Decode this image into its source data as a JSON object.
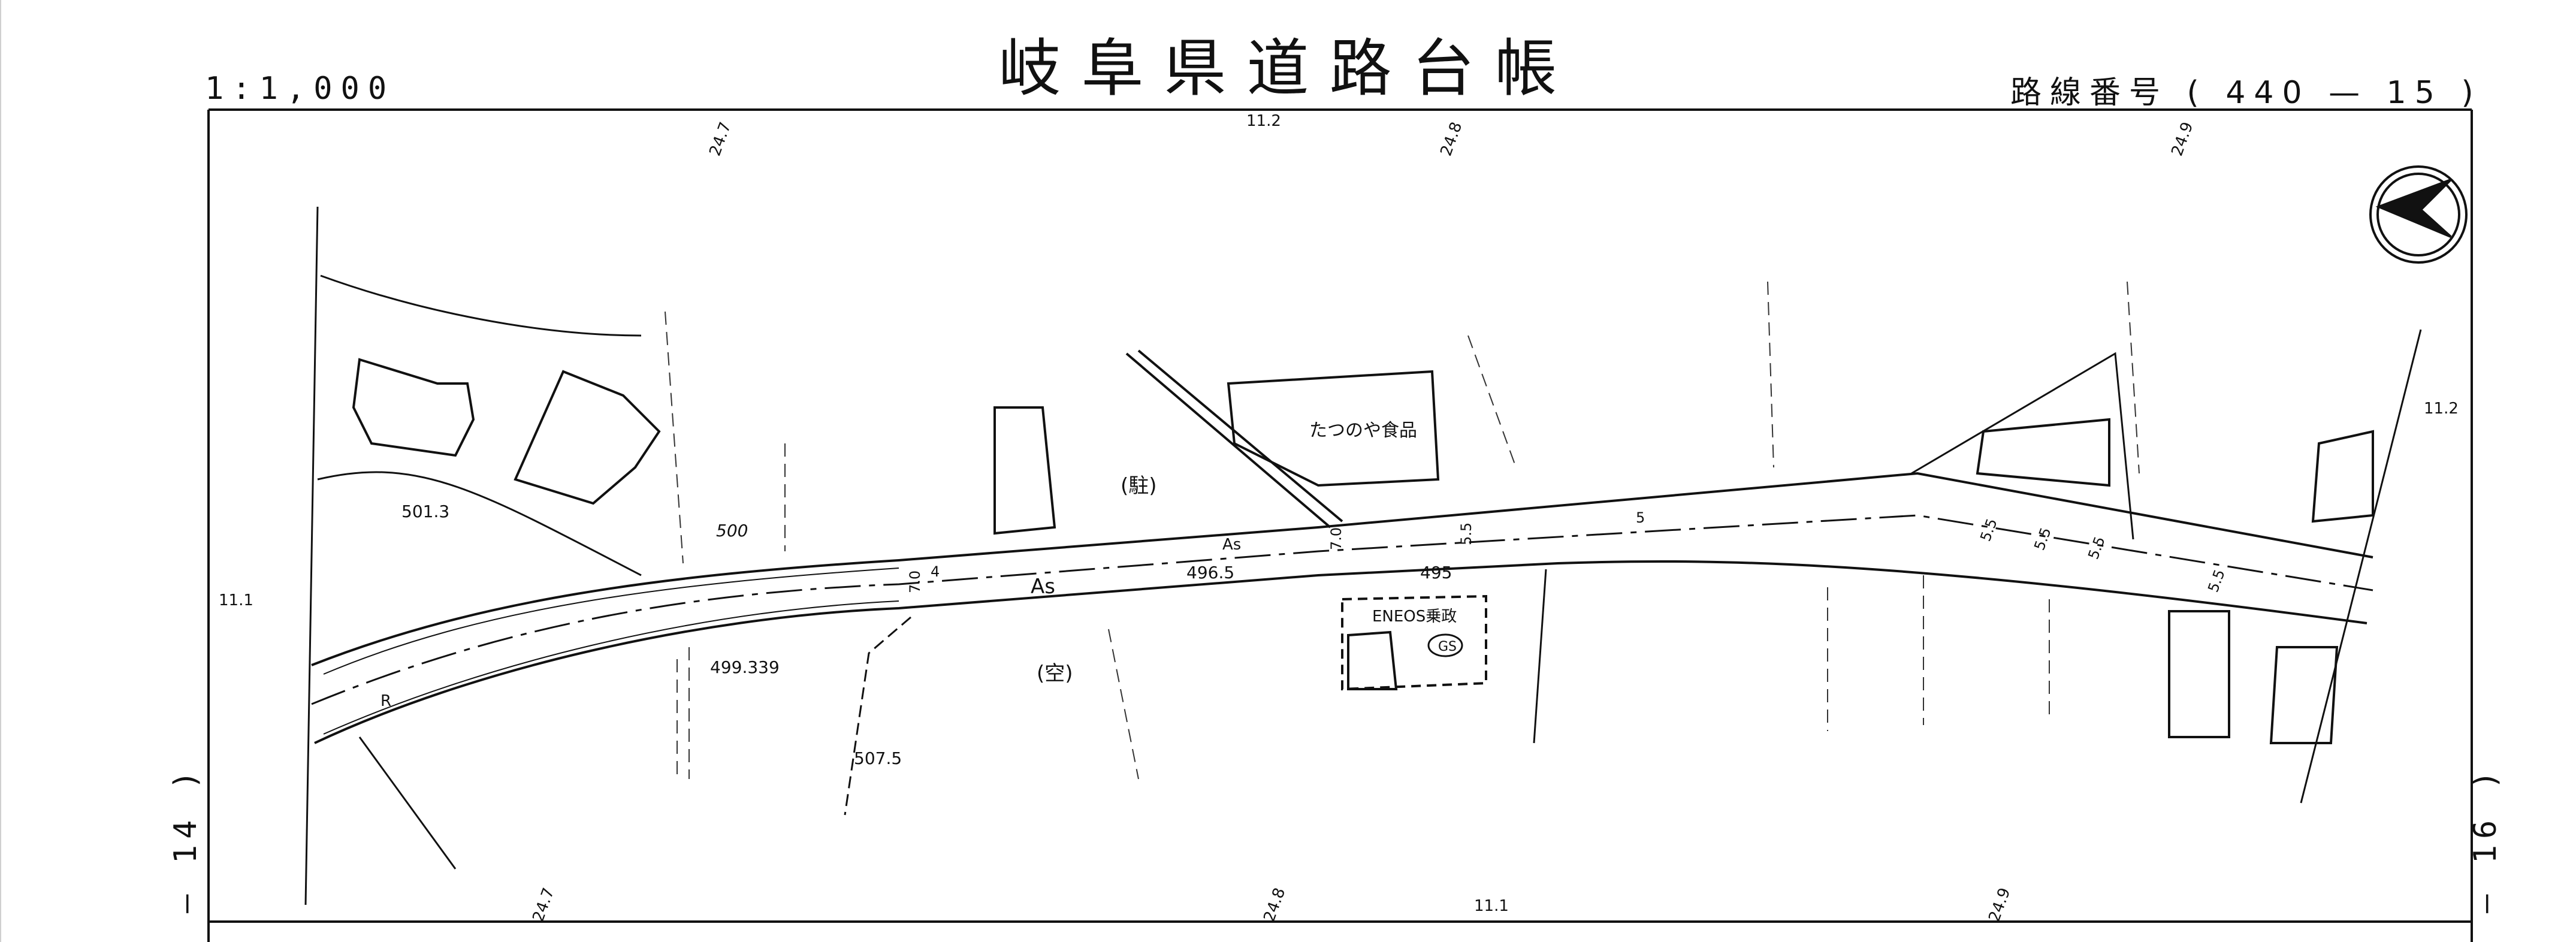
{
  "header": {
    "title": "岐阜県道路台帳",
    "scale": "1:1,000",
    "route_number": "路線番号 ( 440 — 15 )"
  },
  "sheet_links": {
    "left": "— 14 )",
    "right": "— 16 )"
  },
  "map": {
    "labels": {
      "tatsunoya": "たつのや食品",
      "eneos": "ENEOS乗政",
      "gs": "GS",
      "parking": "(駐)",
      "vacant": "(空)",
      "pavement_main": "As",
      "pavement_small": "As",
      "r_mark": "R"
    },
    "elevations": {
      "e501_3": "501.3",
      "e500": "500",
      "e499_339": "499.339",
      "e507_5": "507.5",
      "e496_5": "496.5",
      "e495": "495"
    },
    "widths": {
      "w4": "4",
      "w7_0a": "7.0",
      "w7_0b": "7.0",
      "w5_5": "5.5",
      "w5": "5",
      "w5_5b": "5.5",
      "w5_5c": "5.5",
      "w5_5d": "5.5",
      "w5_5e": "5.5"
    },
    "frame_ticks": {
      "top_24_7": "24.7",
      "top_11_2": "11.2",
      "top_24_8": "24.8",
      "top_24_9": "24.9",
      "left_11_1": "11.1",
      "right_11_2": "11.2",
      "bottom_24_7": "24.7",
      "bottom_24_8": "24.8",
      "bottom_11_1": "11.1",
      "bottom_24_9": "24.9"
    }
  }
}
